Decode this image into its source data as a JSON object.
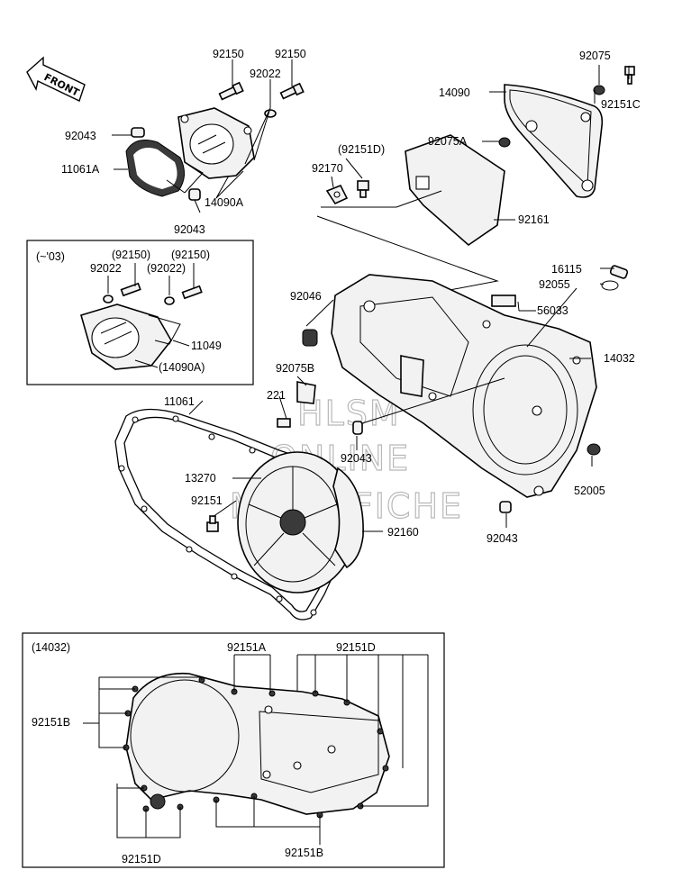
{
  "front_arrow": "FRONT",
  "watermark": [
    "HLSM",
    "ONLINE",
    "MICROFICHE"
  ],
  "labels": {
    "p92150_a": "92150",
    "p92150_b": "92150",
    "p92022": "92022",
    "p92043_a": "92043",
    "p11061A": "11061A",
    "p14090A": "14090A",
    "p92043_b": "92043",
    "p92075": "92075",
    "p14090": "14090",
    "p92151C": "92151C",
    "p92075A": "92075A",
    "p92151D_paren": "(92151D)",
    "p92170": "92170",
    "p92161": "92161",
    "p16115": "16115",
    "p92055": "92055",
    "p92046": "92046",
    "p56033": "56033",
    "p14032": "14032",
    "p92075B": "92075B",
    "p221": "221",
    "p92043_c": "92043",
    "p11061": "11061",
    "p13270": "13270",
    "p92151": "92151",
    "p92160": "92160",
    "p52005": "52005",
    "p92043_d": "92043"
  },
  "inset_2003": {
    "title": "(~'03)",
    "p92150_paren": "(92150)",
    "p92150_b": "(92150)",
    "p92022": "92022",
    "p92022_paren": "(92022)",
    "p11049": "11049",
    "p14090A_paren": "(14090A)"
  },
  "inset_14032": {
    "title": "(14032)",
    "p92151A": "92151A",
    "p92151D_top": "92151D",
    "p92151B_left": "92151B",
    "p92151D_bottom": "92151D",
    "p92151B_bottom": "92151B"
  }
}
